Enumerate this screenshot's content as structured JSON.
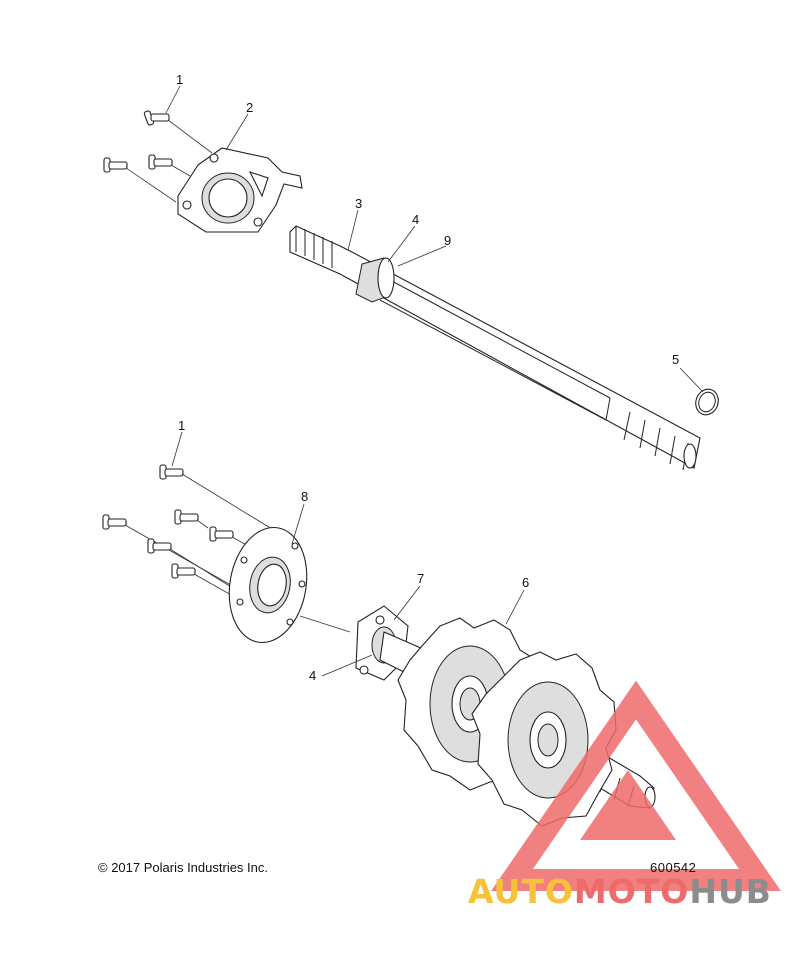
{
  "callouts": {
    "c1a": "1",
    "c2": "2",
    "c3": "3",
    "c4a": "4",
    "c9": "9",
    "c5": "5",
    "c1b": "1",
    "c8": "8",
    "c7": "7",
    "c6": "6",
    "c4b": "4"
  },
  "copyright": "© 2017 Polaris Industries Inc.",
  "part_number": "600542",
  "watermark": {
    "part1": "AUTO",
    "part2": "MOTO",
    "part3": "HUB",
    "colors": {
      "yellow": "#f5c23a",
      "red": "#ef6b6b",
      "gray": "#8c8c8c"
    }
  }
}
